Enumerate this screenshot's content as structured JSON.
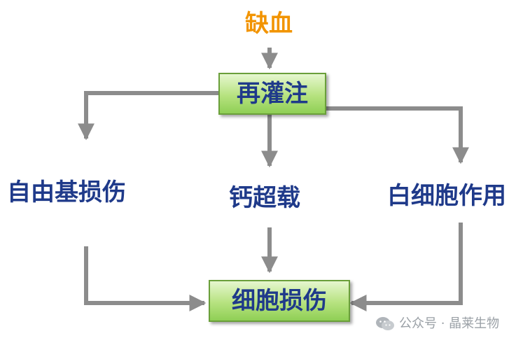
{
  "nodes": {
    "ischemia": "缺血",
    "reperfusion": "再灌注",
    "free_radical": "自由基损伤",
    "calcium_overload": "钙超载",
    "leukocyte": "白细胞作用",
    "cell_injury": "细胞损伤"
  },
  "colors": {
    "ischemia_text": "#f29400",
    "node_text": "#1f3a8a",
    "box_fill": "#b6e27f",
    "box_border": "#6a9f3a",
    "arrow": "#8c8c8c",
    "watermark": "#9aa0a6"
  },
  "watermark": {
    "icon": "wechat-icon",
    "text": "公众号 · 晶莱生物"
  }
}
